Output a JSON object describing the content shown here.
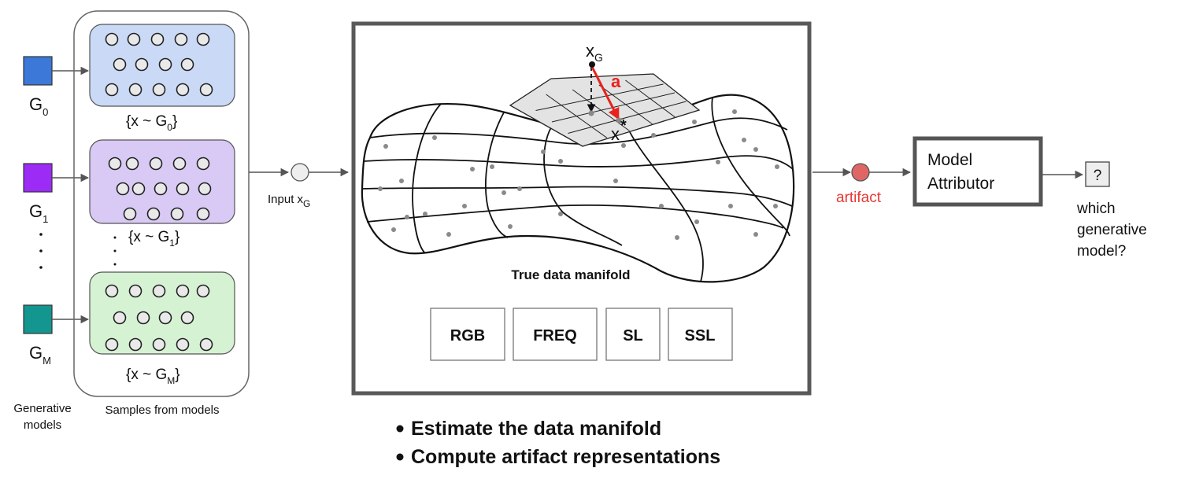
{
  "generators": [
    {
      "label": "G",
      "sub": "0",
      "color": "#3b78d8"
    },
    {
      "label": "G",
      "sub": "1",
      "color": "#9b2bf5"
    },
    {
      "label": "G",
      "sub": "M",
      "color": "#12968f"
    }
  ],
  "sample_groups": [
    {
      "caption_pre": "{x ~ G",
      "sub": "0",
      "caption_post": "}",
      "fill": "#c9d9f6"
    },
    {
      "caption_pre": "{x ~ G",
      "sub": "1",
      "caption_post": "}",
      "fill": "#d9c9f5"
    },
    {
      "caption_pre": "{x ~ G",
      "sub": "M",
      "caption_post": "}",
      "fill": "#d5f2d3"
    }
  ],
  "labels": {
    "generative_models": "Generative models",
    "generative_line1": "Generative",
    "generative_line2": "models",
    "samples_from_models": "Samples from models",
    "input": "Input x",
    "input_sub": "G",
    "xg": "x",
    "xg_sub": "G",
    "a_vector": "a",
    "x_star": "x",
    "star": "*",
    "manifold_title": "True data manifold",
    "artifact": "artifact",
    "model_attributor_line1": "Model",
    "model_attributor_line2": "Attributor",
    "question": "?",
    "which_line1": "which",
    "which_line2": "generative",
    "which_line3": "model?"
  },
  "representations": [
    "RGB",
    "FREQ",
    "SL",
    "SSL"
  ],
  "bullets": [
    "Estimate the data manifold",
    "Compute artifact representations"
  ],
  "colors": {
    "artifact_dot": "#e06666",
    "artifact_text": "#e53935",
    "vector": "#e8221c",
    "frame": "#555555",
    "input_dot": "#eeeeee"
  }
}
